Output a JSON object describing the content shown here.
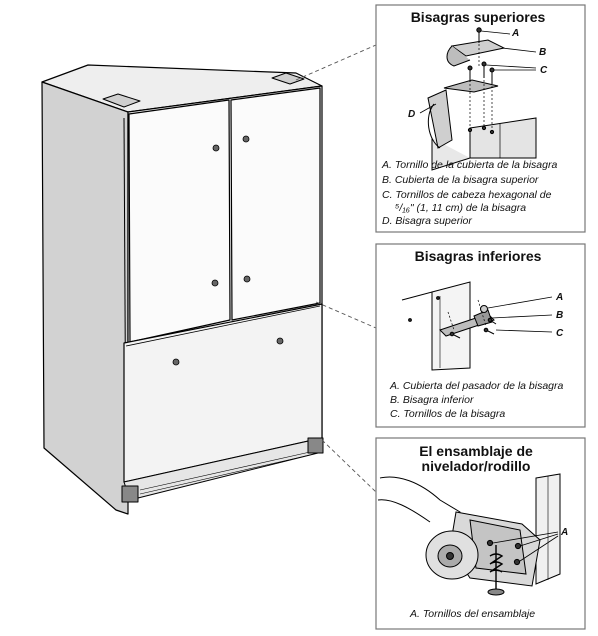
{
  "panels": {
    "top_hinges": {
      "title": "Bisagras superiores",
      "callouts": [
        "A",
        "B",
        "C",
        "D"
      ],
      "captions": [
        "A. Tornillo de la cubierta de la bisagra",
        "B. Cubierta de la bisagra superior",
        "C. Tornillos de cabeza hexagonal de",
        "⁵/₁₆\" (1, 11 cm) de la bisagra",
        "D. Bisagra superior"
      ]
    },
    "bottom_hinges": {
      "title": "Bisagras inferiores",
      "callouts": [
        "A",
        "B",
        "C"
      ],
      "captions": [
        "A. Cubierta del pasador de la bisagra",
        "B. Bisagra inferior",
        "C. Tornillos de la bisagra"
      ]
    },
    "leveler": {
      "title_line1": "El ensamblaje de",
      "title_line2": "nivelador/rodillo",
      "callouts": [
        "A"
      ],
      "captions": [
        "A. Tornillos del ensamblaje"
      ]
    }
  }
}
